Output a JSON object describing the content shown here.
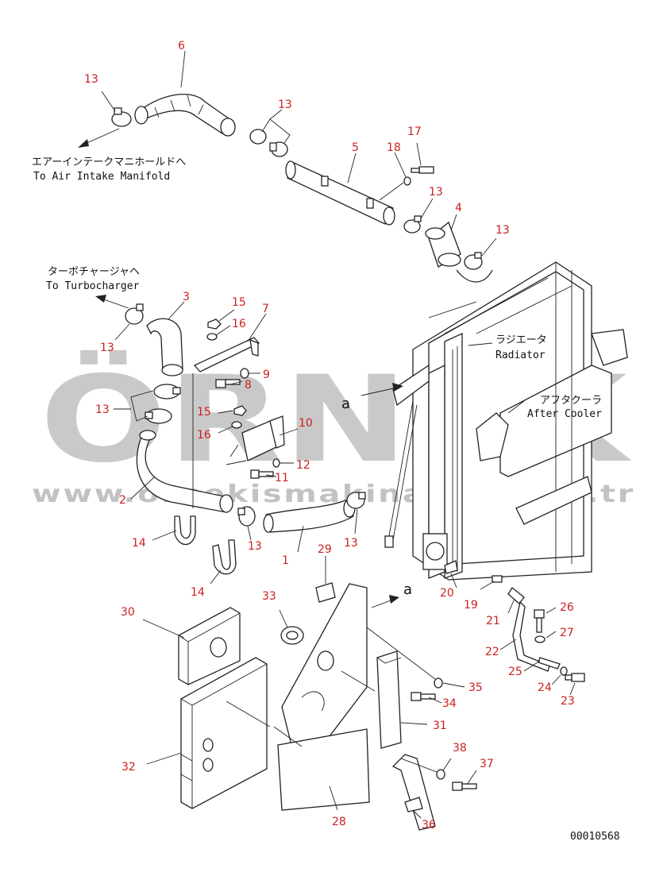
{
  "destinations": {
    "intake_jp": "エアーインテークマニホールドへ",
    "intake_en": "To Air Intake Manifold",
    "turbo_jp": "ターボチャージャヘ",
    "turbo_en": "To Turbocharger",
    "radiator_jp": "ラジエータ",
    "radiator_en": "Radiator",
    "aftercooler_jp": "アフタクーラ",
    "aftercooler_en": "After Cooler"
  },
  "view_mark": "a",
  "drawing_number": "00010568",
  "watermark": {
    "brand": "ÖRNEK",
    "url": "www.ornekismakinalari.com.tr"
  },
  "part_labels": {
    "p1": "1",
    "p2": "2",
    "p3": "3",
    "p4": "4",
    "p5": "5",
    "p6": "6",
    "p7": "7",
    "p8": "8",
    "p9": "9",
    "p10": "10",
    "p11": "11",
    "p12": "12",
    "p13a": "13",
    "p13b": "13",
    "p13c": "13",
    "p13d": "13",
    "p13e": "13",
    "p13f": "13",
    "p13g": "13",
    "p13h": "13",
    "p14a": "14",
    "p14b": "14",
    "p15a": "15",
    "p15b": "15",
    "p16a": "16",
    "p16b": "16",
    "p17": "17",
    "p18": "18",
    "p19": "19",
    "p20": "20",
    "p21": "21",
    "p22": "22",
    "p23": "23",
    "p24": "24",
    "p25": "25",
    "p26": "26",
    "p27": "27",
    "p28": "28",
    "p29": "29",
    "p30": "30",
    "p31": "31",
    "p32": "32",
    "p33": "33",
    "p34": "34",
    "p35": "35",
    "p36": "36",
    "p37": "37",
    "p38": "38"
  },
  "colors": {
    "label": "#cc2020",
    "line": "#222222",
    "watermark": "#c9c9c9"
  }
}
